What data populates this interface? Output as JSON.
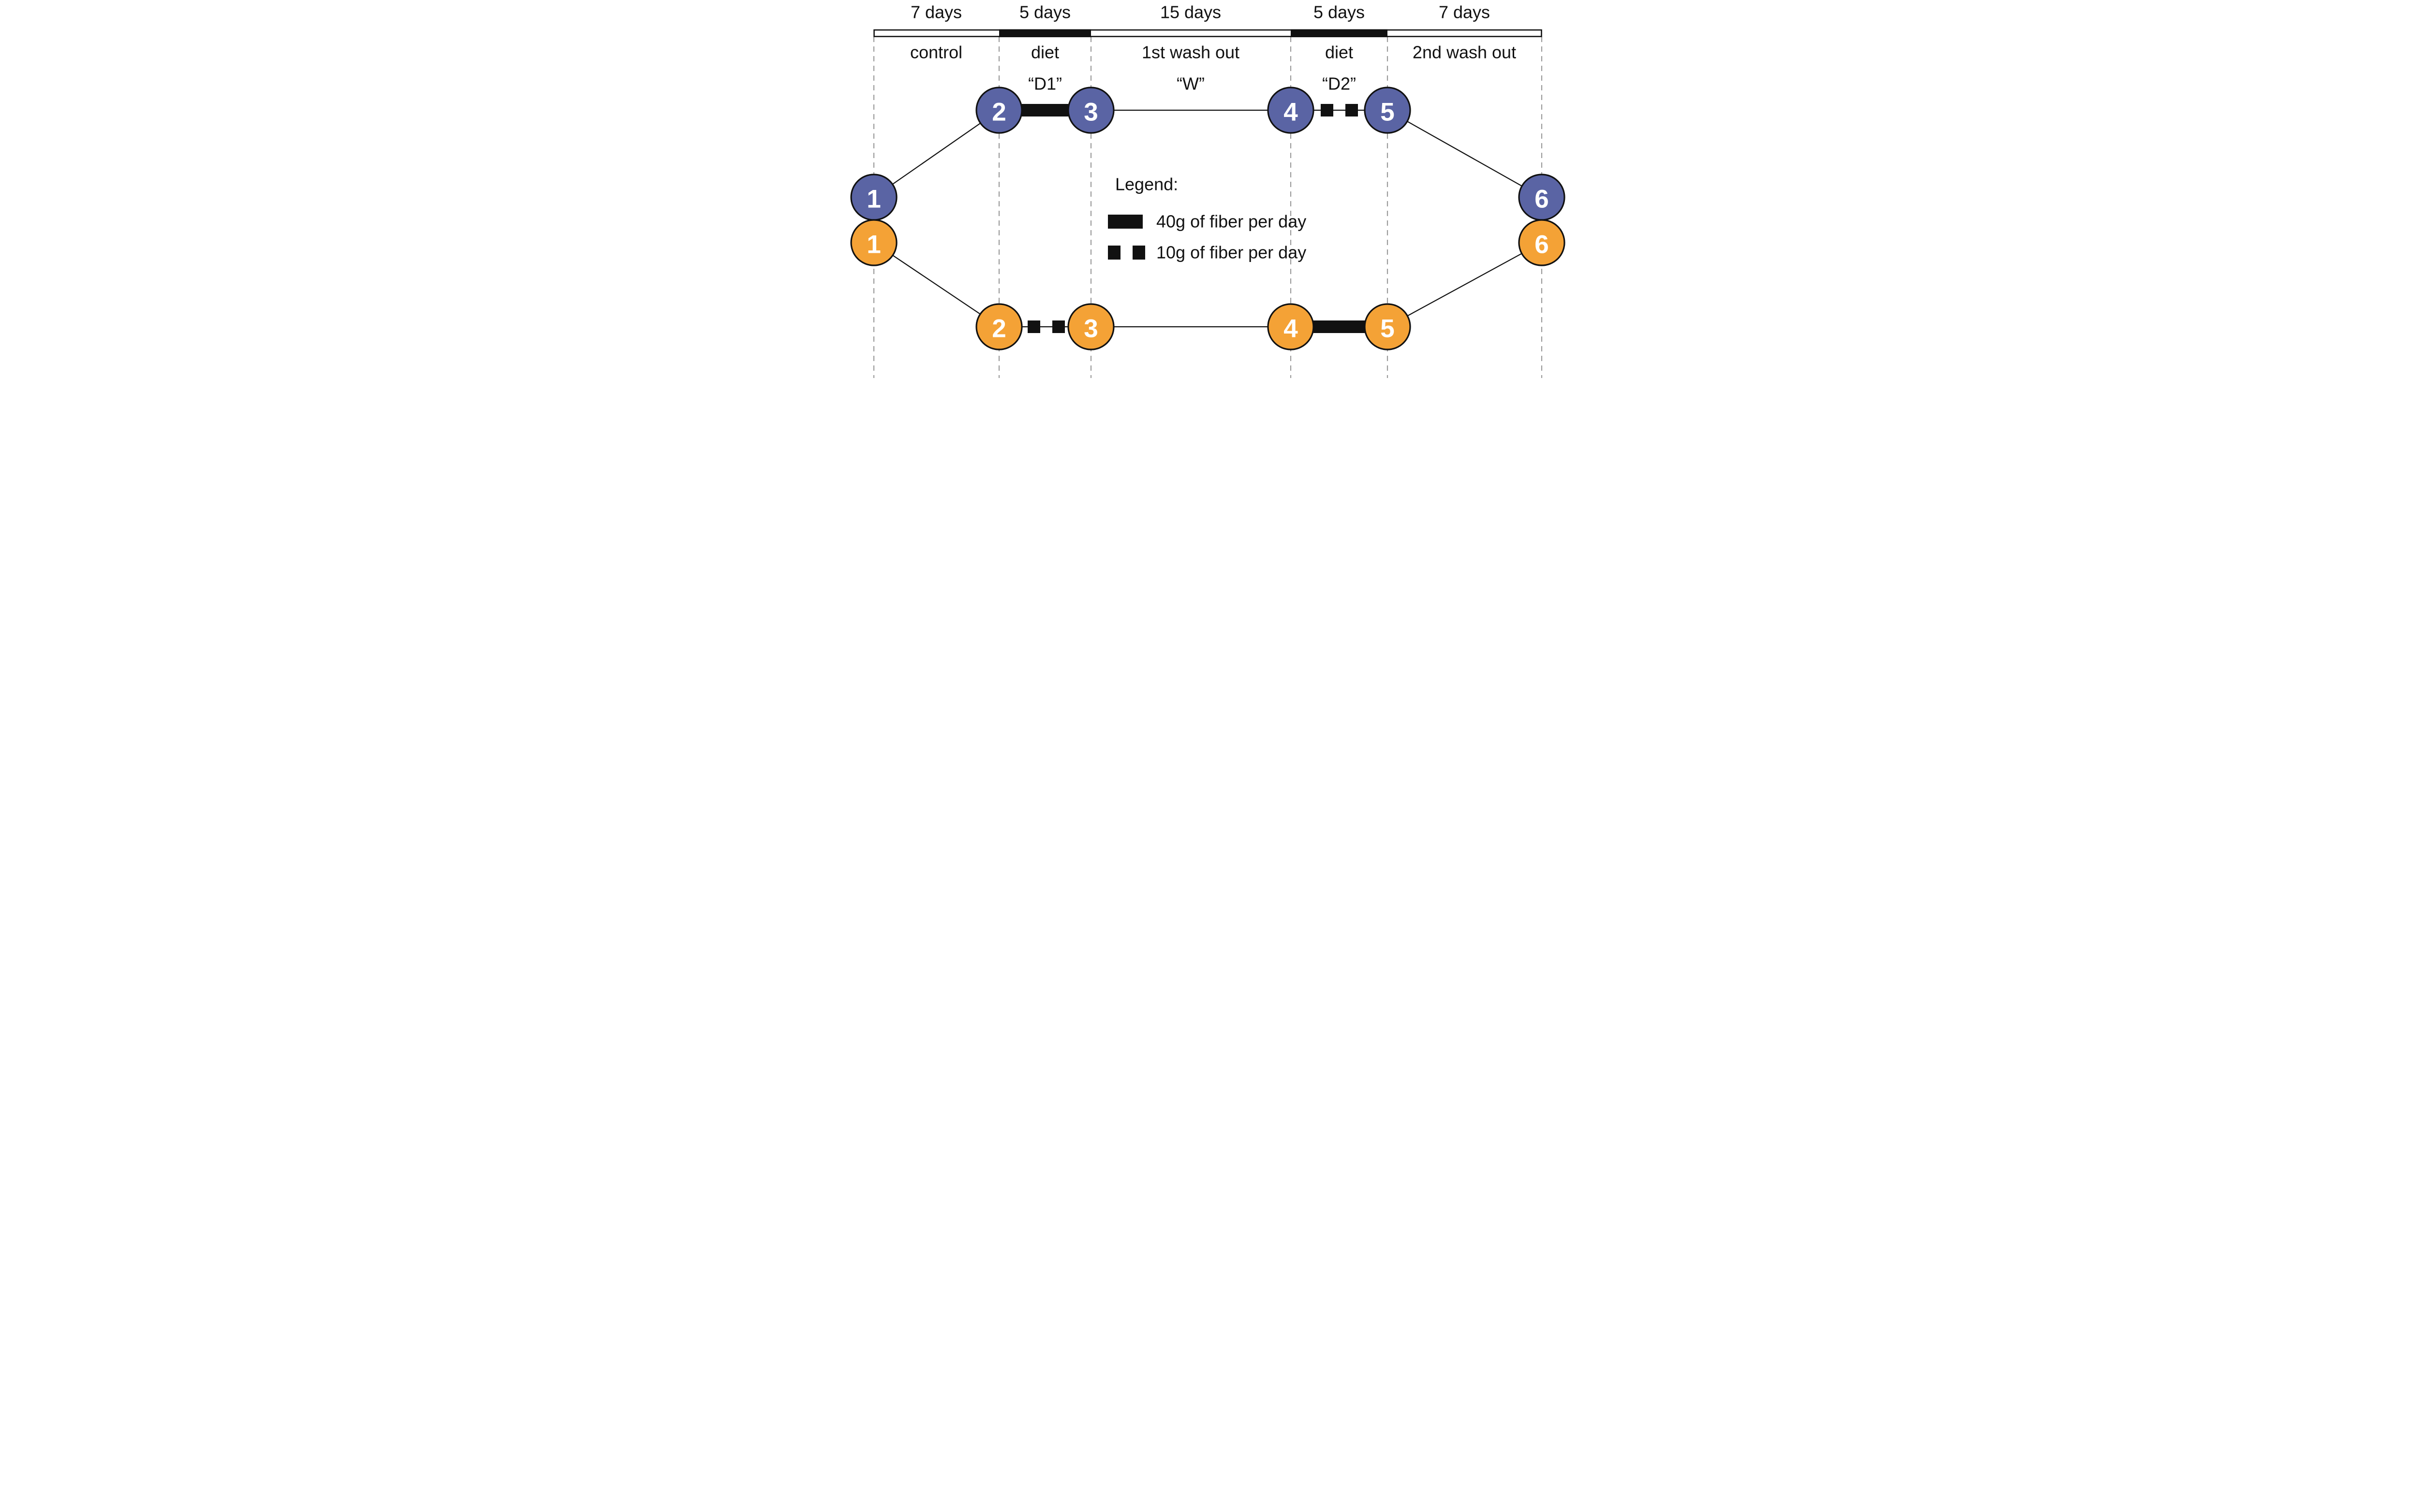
{
  "figure": {
    "type": "crossover-study-design-diagram",
    "colors": {
      "arm_blue": "#5A64A4",
      "arm_orange": "#F4A236",
      "ink": "#111111",
      "gridline_gray": "#9b9b9b",
      "node_text": "#ffffff",
      "background": "#ffffff"
    },
    "timeline": {
      "periods": [
        {
          "duration": "7 days",
          "label": "control",
          "sublabel": "",
          "diet_bar": false
        },
        {
          "duration": "5 days",
          "label": "diet",
          "sublabel": "“D1”",
          "diet_bar": true
        },
        {
          "duration": "15 days",
          "label": "1st wash out",
          "sublabel": "“W”",
          "diet_bar": false
        },
        {
          "duration": "5 days",
          "label": "diet",
          "sublabel": "“D2”",
          "diet_bar": true
        },
        {
          "duration": "7 days",
          "label": "2nd wash out",
          "sublabel": "",
          "diet_bar": false
        }
      ]
    },
    "arms": {
      "blue": {
        "color": "#5A64A4",
        "nodes": [
          "1",
          "2",
          "3",
          "4",
          "5",
          "6"
        ],
        "fiber_between_2_3": "40g of fiber per day",
        "fiber_between_4_5": "10g of fiber per day"
      },
      "orange": {
        "color": "#F4A236",
        "nodes": [
          "1",
          "2",
          "3",
          "4",
          "5",
          "6"
        ],
        "fiber_between_2_3": "10g of fiber per day",
        "fiber_between_4_5": "40g of fiber per day"
      }
    },
    "legend": {
      "title": "Legend:",
      "items": [
        {
          "swatch": "thick-bar",
          "label": "40g of fiber per day"
        },
        {
          "swatch": "two-squares",
          "label": "10g of fiber per day"
        }
      ]
    }
  }
}
